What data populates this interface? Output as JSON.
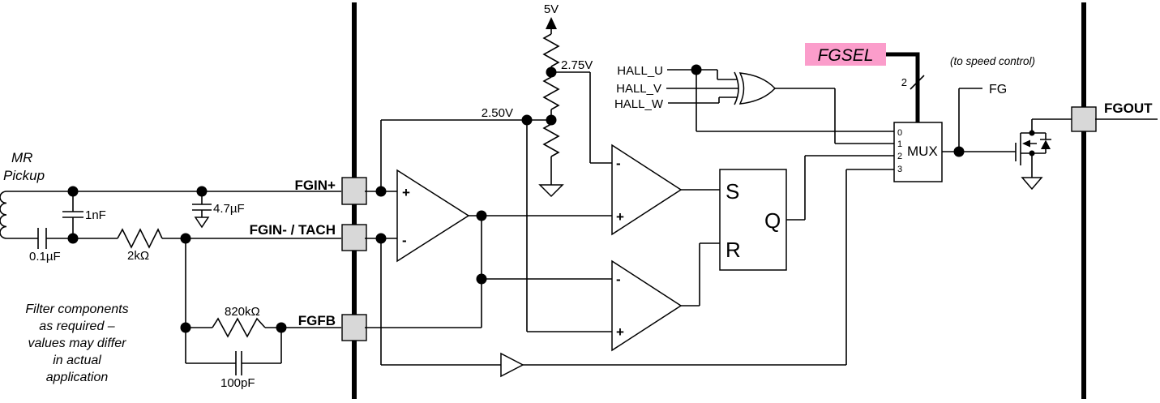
{
  "colors": {
    "background": "#ffffff",
    "line": "#000000",
    "pad_fill": "#d8d8d8",
    "highlight_pink": "#fb9dcb"
  },
  "left_circuit": {
    "pickup_line1": "MR",
    "pickup_line2": "Pickup",
    "cap_1nf": "1nF",
    "cap_01uf": "0.1µF",
    "res_2k": "2kΩ",
    "cap_47uf": "4.7µF",
    "res_820k": "820kΩ",
    "cap_100pf": "100pF",
    "note_lines": [
      "Filter components",
      "as required –",
      "values may differ",
      "in actual",
      "application"
    ]
  },
  "pins": {
    "fgin_plus": "FGIN+",
    "fgin_minus_tach": "FGIN- / TACH",
    "fgfb": "FGFB",
    "fgout": "FGOUT"
  },
  "references": {
    "v5": "5V",
    "v2_75": "2.75V",
    "v2_50": "2.50V"
  },
  "hall_inputs": {
    "u": "HALL_U",
    "v": "HALL_V",
    "w": "HALL_W"
  },
  "comparator": {
    "plus": "+",
    "minus": "-"
  },
  "latch": {
    "s": "S",
    "r": "R",
    "q": "Q"
  },
  "mux": {
    "label": "MUX",
    "in0": "0",
    "in1": "1",
    "in2": "2",
    "in3": "3"
  },
  "fgsel": {
    "label": "FGSEL",
    "bus_width": "2"
  },
  "fg": {
    "label": "FG",
    "note": "(to speed control)"
  }
}
